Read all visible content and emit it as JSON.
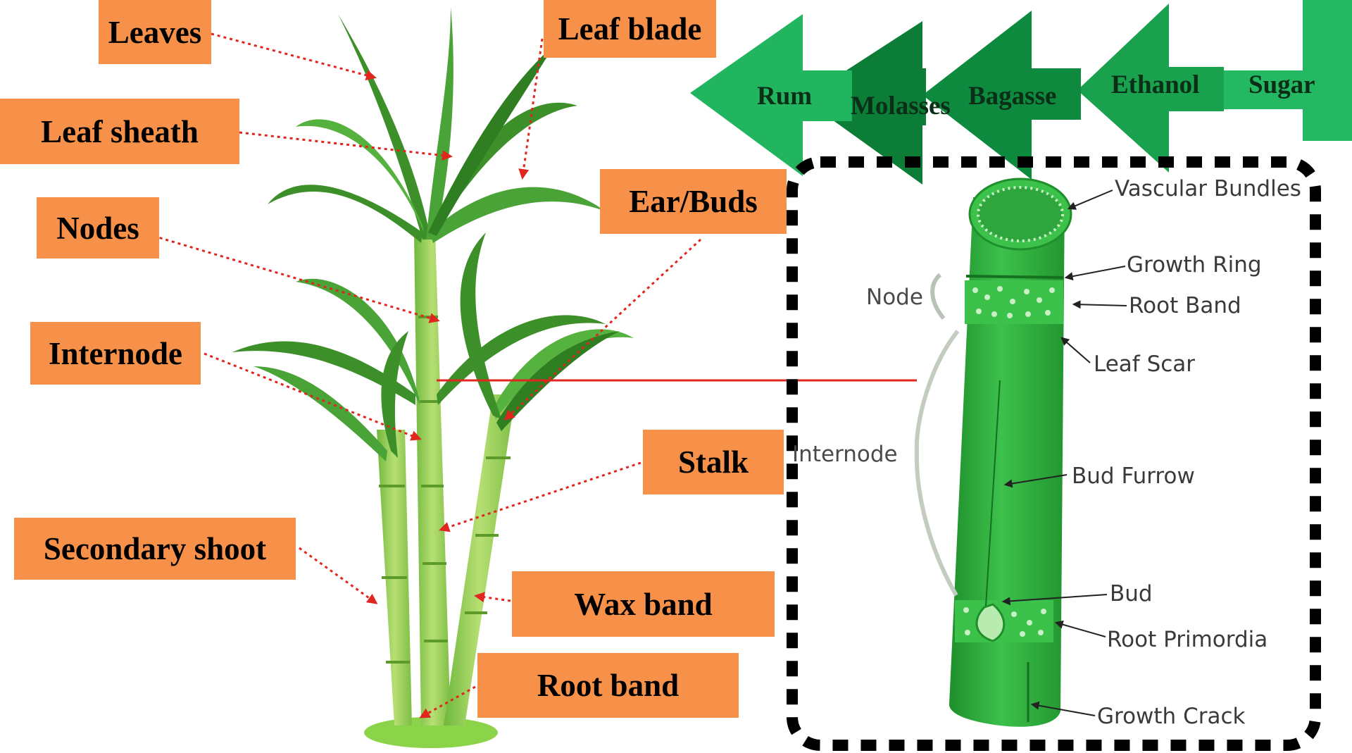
{
  "plant_labels": {
    "leaves": "Leaves",
    "leaf_blade": "Leaf blade",
    "leaf_sheath": "Leaf sheath",
    "ear_buds": "Ear/Buds",
    "nodes": "Nodes",
    "internode": "Internode",
    "stalk": "Stalk",
    "secondary_shoot": "Secondary shoot",
    "wax_band": "Wax band",
    "root_band": "Root band"
  },
  "products": [
    "Rum",
    "Molasses",
    "Bagasse",
    "Ethanol",
    "Sugar"
  ],
  "stem_section": {
    "node_label": "Node",
    "internode_label": "Internode",
    "parts": {
      "vascular_bundles": "Vascular Bundles",
      "growth_ring": "Growth Ring",
      "root_band": "Root Band",
      "leaf_scar": "Leaf Scar",
      "bud_furrow": "Bud Furrow",
      "bud": "Bud",
      "root_primordia": "Root Primordia",
      "growth_crack": "Growth Crack"
    }
  },
  "colors": {
    "label_bg": "#f79149",
    "pointer": "#e0261e",
    "arrow_light": "#22b560",
    "arrow_dark": "#0e8a3e",
    "stem_green": "#2fae3d",
    "plant_green": "#4a9a32"
  }
}
